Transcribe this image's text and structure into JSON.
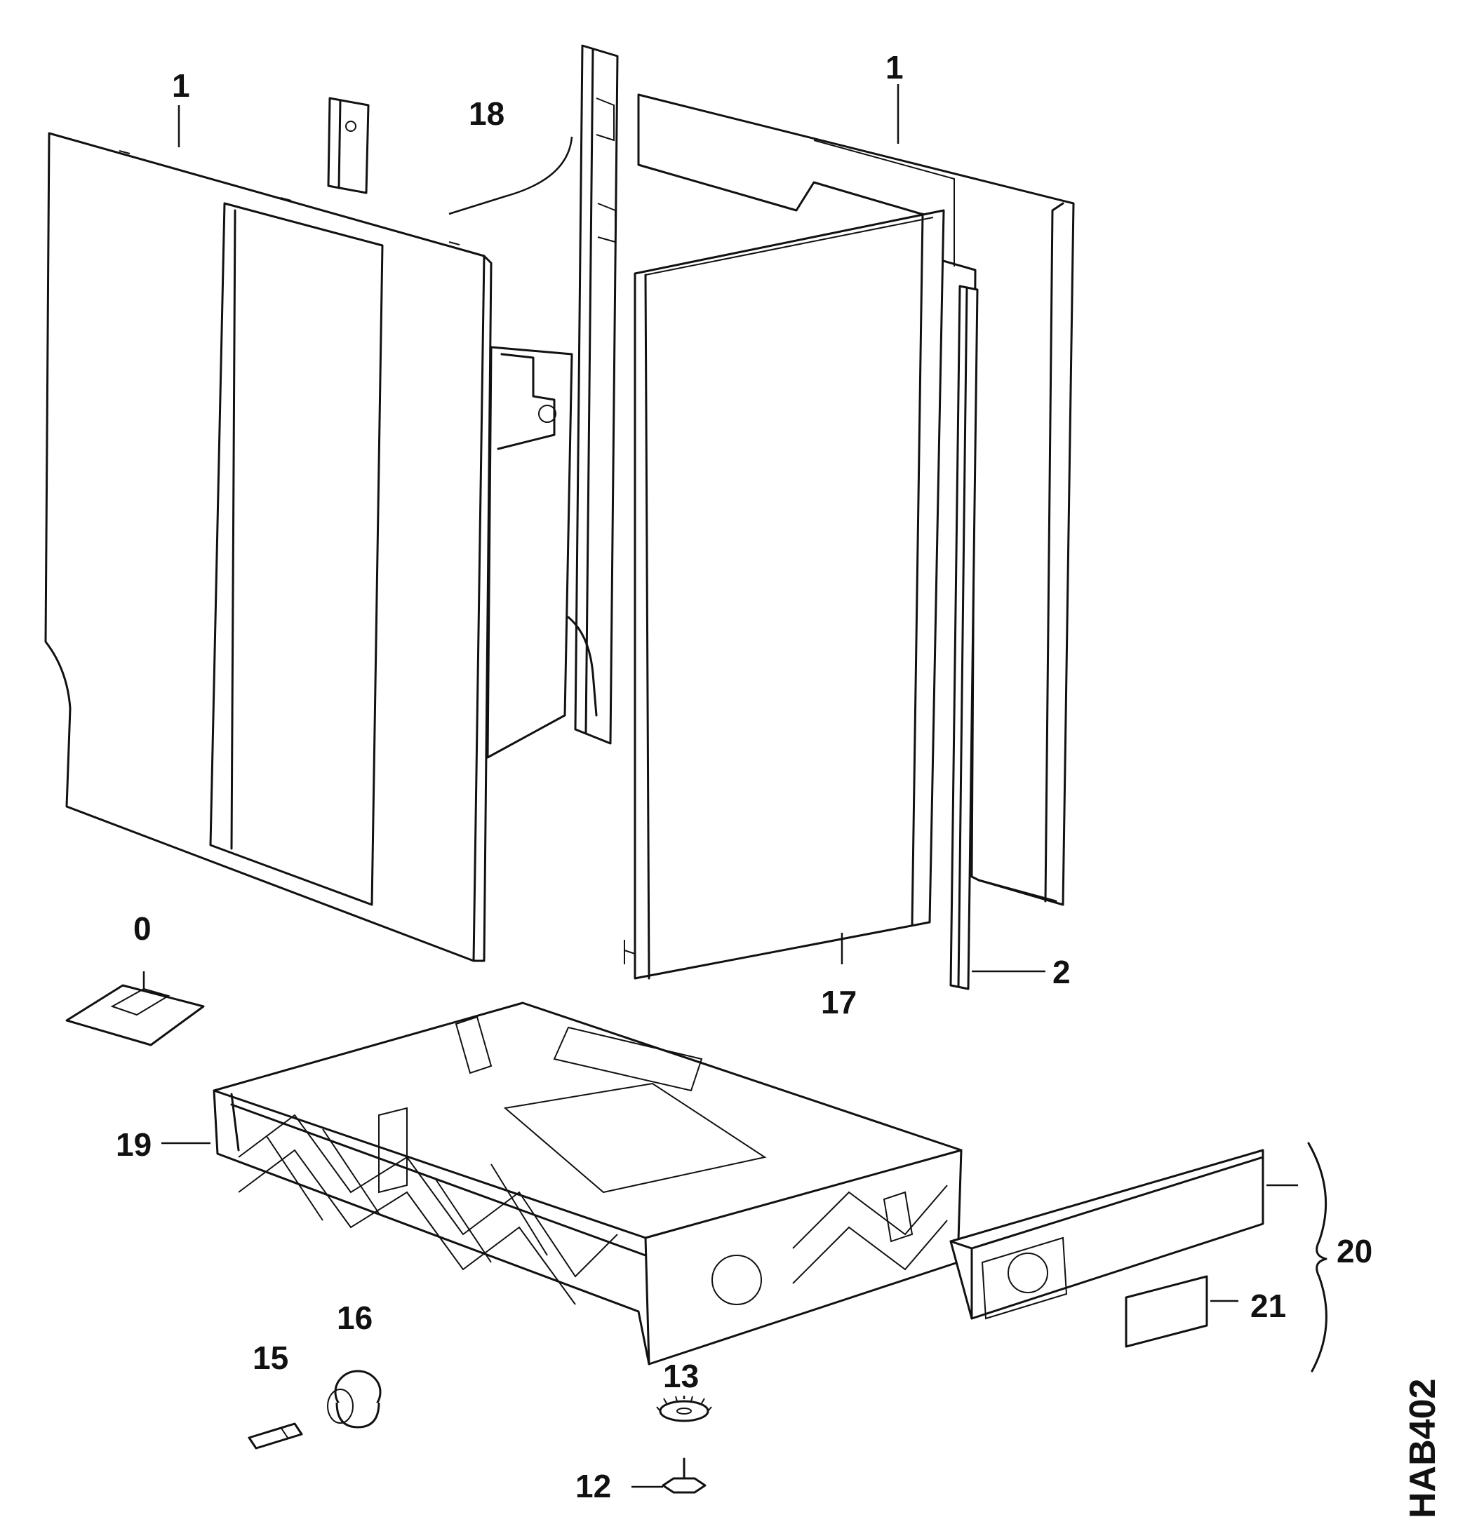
{
  "callouts": {
    "c1_left": "1",
    "c18": "18",
    "c1_right": "1",
    "c0": "0",
    "c17": "17",
    "c2": "2",
    "c19": "19",
    "c20": "20",
    "c21": "21",
    "c16": "16",
    "c15": "15",
    "c13": "13",
    "c12": "12"
  },
  "drawing_code": "HAB402",
  "colors": {
    "ink": "#111111",
    "paper": "#ffffff"
  }
}
